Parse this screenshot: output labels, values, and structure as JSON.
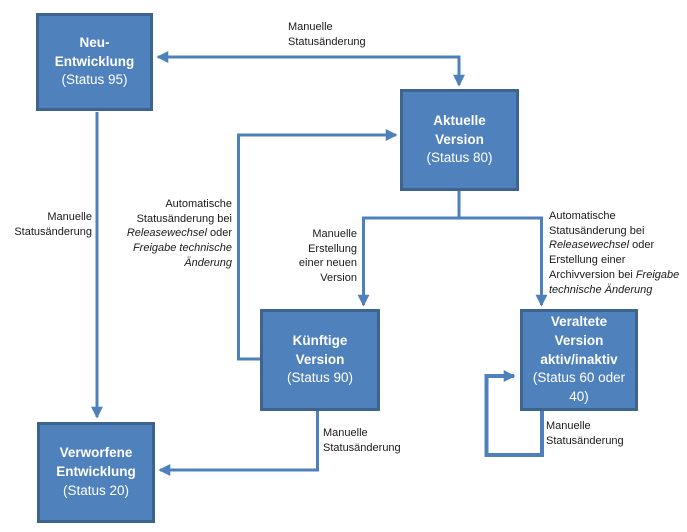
{
  "diagram": {
    "title": "Versionsstatus-Diagramm",
    "colors": {
      "node_fill": "#4f81bd",
      "node_border": "#3c648e",
      "connector": "#4e80bc",
      "node_text": "#ffffff",
      "label_text": "#1a1a1a",
      "background": "#ffffff"
    },
    "nodes": {
      "neu": {
        "title": "Neu-\nEntwicklung",
        "status": "(Status 95)"
      },
      "aktuelle": {
        "title": "Aktuelle\nVersion",
        "status": "(Status 80)"
      },
      "kuenftige": {
        "title": "Künftige\nVersion",
        "status": "(Status 90)"
      },
      "veraltete": {
        "title": "Veraltete\nVersion\naktiv/inaktiv",
        "status": "(Status 60 oder\n40)"
      },
      "verworfene": {
        "title": "Verworfene\nEntwicklung",
        "status": "(Status 20)"
      }
    },
    "labels": {
      "top_manual": {
        "segments": [
          {
            "text": "Manuelle\nStatusänderung"
          }
        ]
      },
      "left_manual": {
        "segments": [
          {
            "text": "Manuelle\nStatusänderung"
          }
        ]
      },
      "auto_release_left": {
        "segments": [
          {
            "text": "Automatische\nStatusänderung bei\n"
          },
          {
            "text": "Releasewechsel",
            "italic": true
          },
          {
            "text": " oder\n"
          },
          {
            "text": "Freigabe technische\nÄnderung",
            "italic": true
          }
        ]
      },
      "manual_creation": {
        "segments": [
          {
            "text": "Manuelle\nErstellung\neiner neuen\nVersion"
          }
        ]
      },
      "auto_release_right": {
        "segments": [
          {
            "text": "Automatische\nStatusänderung bei\n"
          },
          {
            "text": "Releasewechsel",
            "italic": true
          },
          {
            "text": " oder\nErstellung einer\nArchivversion bei "
          },
          {
            "text": "Freigabe\ntechnische Änderung",
            "italic": true
          }
        ]
      },
      "kuenftige_to_verworfene": {
        "segments": [
          {
            "text": "Manuelle\nStatusänderung"
          }
        ]
      },
      "veraltete_loop": {
        "segments": [
          {
            "text": "Manuelle\nStatusänderung"
          }
        ]
      }
    }
  }
}
